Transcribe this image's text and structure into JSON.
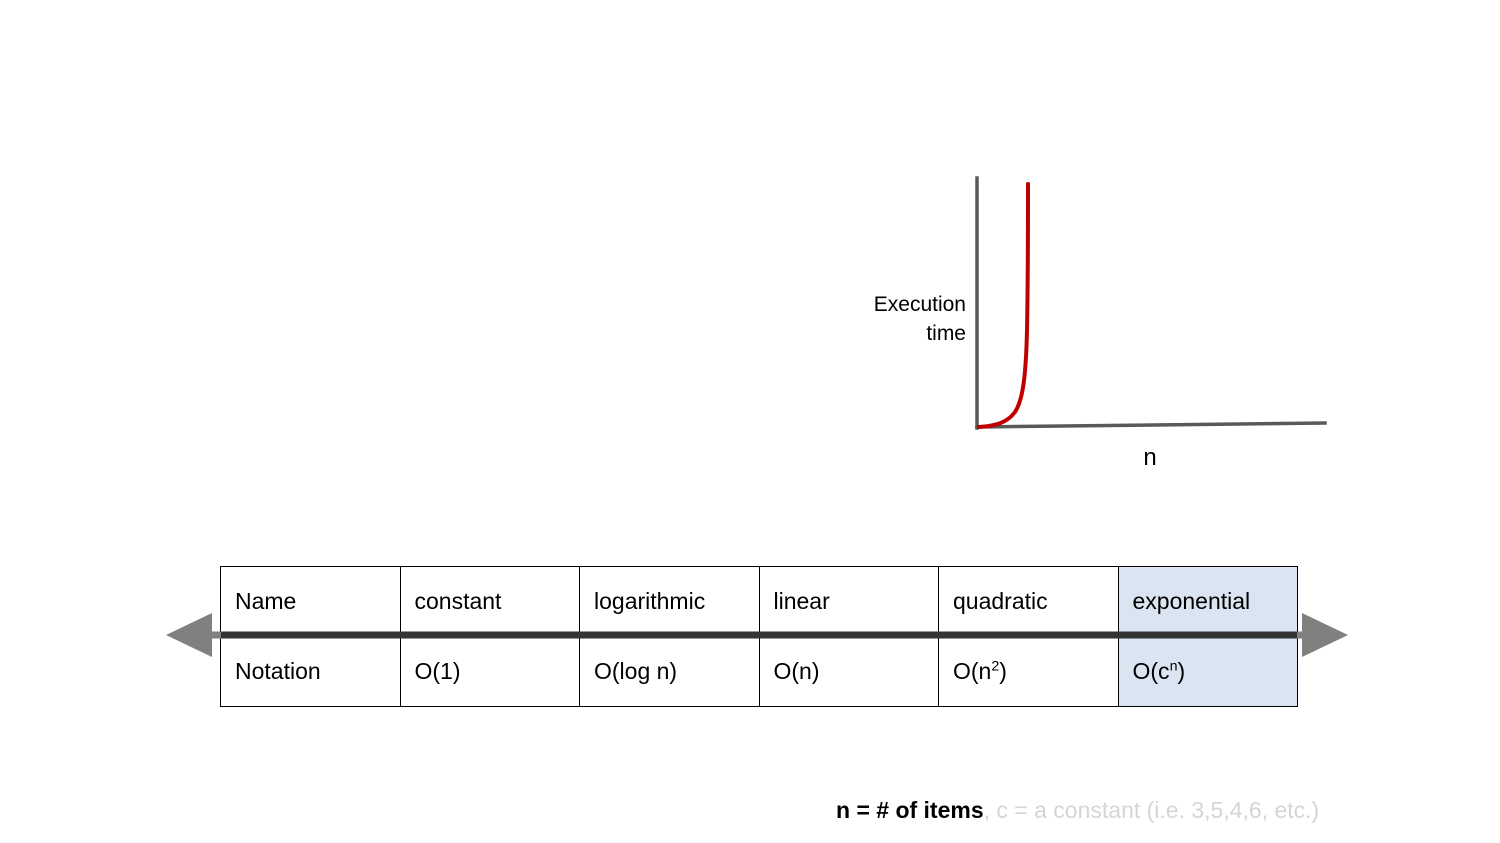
{
  "chart": {
    "y_axis_label": "Execution\ntime",
    "x_axis_label": "n",
    "axis_color": "#595959",
    "curve_color": "#c00000"
  },
  "chart_data": {
    "type": "line",
    "title": "",
    "xlabel": "n",
    "ylabel": "Execution time",
    "series": [
      {
        "name": "exponential",
        "color": "#c00000",
        "x": [
          0,
          0.02,
          0.05,
          0.08,
          0.11,
          0.14,
          0.17,
          0.19,
          0.205,
          0.212,
          0.215,
          0.216,
          0.216
        ],
        "y": [
          0.0,
          0.012,
          0.028,
          0.05,
          0.085,
          0.15,
          0.28,
          0.47,
          0.66,
          0.8,
          0.9,
          0.96,
          1.0
        ]
      }
    ],
    "xlim": [
      0,
      1
    ],
    "ylim": [
      0,
      1
    ],
    "grid": false,
    "legend": "none",
    "annotations": [
      "Execution time",
      "n"
    ]
  },
  "table": {
    "rows": [
      {
        "name": "header-row",
        "cells": [
          {
            "text": "Name",
            "highlight": false
          },
          {
            "text": "constant",
            "highlight": false
          },
          {
            "text": "logarithmic",
            "highlight": false
          },
          {
            "text": "linear",
            "highlight": false
          },
          {
            "text": "quadratic",
            "highlight": false
          },
          {
            "text": "exponential",
            "highlight": true
          }
        ]
      },
      {
        "name": "notation-row",
        "cells": [
          {
            "text": "Notation",
            "base": "Notation",
            "sup": "",
            "highlight": false
          },
          {
            "text": "O(1)",
            "base": "O(1)",
            "sup": "",
            "highlight": false
          },
          {
            "text": "O(log n)",
            "base": "O(log n)",
            "sup": "",
            "highlight": false
          },
          {
            "text": "O(n)",
            "base": "O(n)",
            "sup": "",
            "highlight": false
          },
          {
            "text": "O(n2)",
            "base": "O(n",
            "sup": "2",
            "tail": ")",
            "highlight": false
          },
          {
            "text": "O(cn)",
            "base": "O(c",
            "sup": "n",
            "tail": ")",
            "highlight": true
          }
        ]
      }
    ],
    "highlight_color": "#dbe5f1",
    "arrow_color": "#808080"
  },
  "caption": {
    "primary": "n = # of items",
    "secondary": ", c = a constant (i.e. 3,5,4,6, etc.)"
  }
}
